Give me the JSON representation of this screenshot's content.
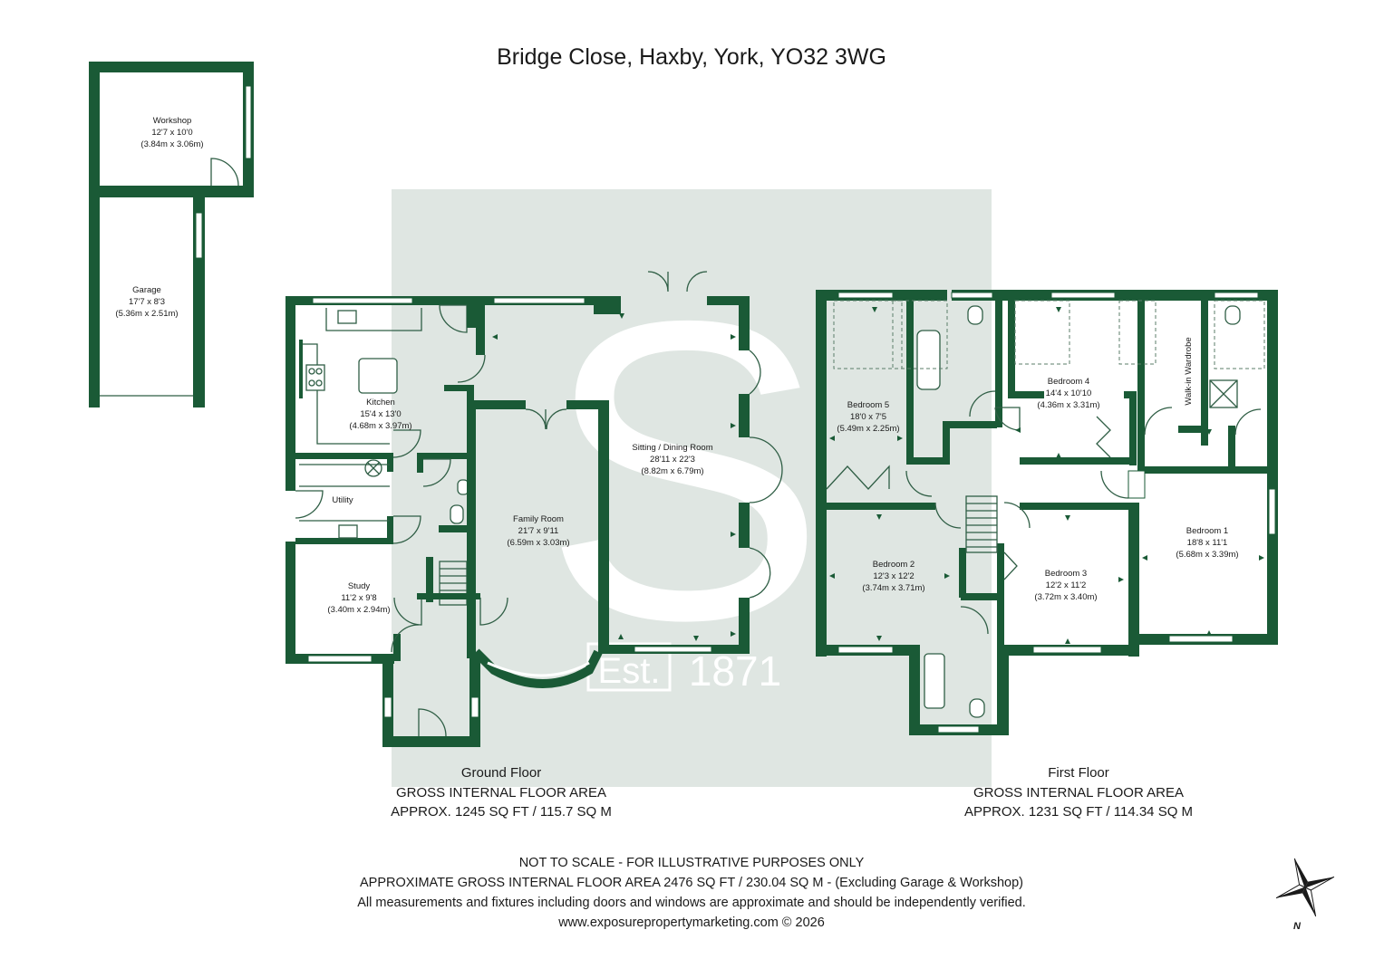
{
  "title": "Bridge Close, Haxby, York, YO32 3WG",
  "colors": {
    "wall": "#1a5a36",
    "watermark_bg": "#dfe6e2",
    "text": "#1a1a1a"
  },
  "outbuildings": {
    "workshop": {
      "name": "Workshop",
      "imperial": "12'7 x 10'0",
      "metric": "(3.84m x 3.06m)"
    },
    "garage": {
      "name": "Garage",
      "imperial": "17'7 x 8'3",
      "metric": "(5.36m x 2.51m)"
    }
  },
  "ground_floor": {
    "label": "Ground Floor",
    "area_heading": "GROSS INTERNAL FLOOR AREA",
    "area_value": "APPROX. 1245 SQ FT / 115.7 SQ M",
    "rooms": {
      "kitchen": {
        "name": "Kitchen",
        "imperial": "15'4 x 13'0",
        "metric": "(4.68m x 3.97m)"
      },
      "utility": {
        "name": "Utility"
      },
      "study": {
        "name": "Study",
        "imperial": "11'2 x 9'8",
        "metric": "(3.40m x 2.94m)"
      },
      "family": {
        "name": "Family Room",
        "imperial": "21'7 x 9'11",
        "metric": "(6.59m x 3.03m)"
      },
      "sitting": {
        "name": "Sitting / Dining Room",
        "imperial": "28'11 x 22'3",
        "metric": "(8.82m x 6.79m)"
      }
    }
  },
  "first_floor": {
    "label": "First Floor",
    "area_heading": "GROSS INTERNAL FLOOR AREA",
    "area_value": "APPROX. 1231 SQ FT / 114.34 SQ M",
    "rooms": {
      "bedroom5": {
        "name": "Bedroom 5",
        "imperial": "18'0 x 7'5",
        "metric": "(5.49m x 2.25m)"
      },
      "bedroom4": {
        "name": "Bedroom 4",
        "imperial": "14'4 x 10'10",
        "metric": "(4.36m x 3.31m)"
      },
      "walkin": {
        "name": "Walk-in Wardrobe"
      },
      "bedroom1": {
        "name": "Bedroom 1",
        "imperial": "18'8 x 11'1",
        "metric": "(5.68m x 3.39m)"
      },
      "bedroom2": {
        "name": "Bedroom 2",
        "imperial": "12'3 x 12'2",
        "metric": "(3.74m x 3.71m)"
      },
      "bedroom3": {
        "name": "Bedroom 3",
        "imperial": "12'2 x 11'2",
        "metric": "(3.72m x 3.40m)"
      }
    }
  },
  "watermark": {
    "letter": "S",
    "est": "Est.",
    "year": "1871"
  },
  "footer": {
    "line1": "NOT TO SCALE - FOR ILLUSTRATIVE PURPOSES ONLY",
    "line2": "APPROXIMATE GROSS INTERNAL FLOOR AREA 2476 SQ FT / 230.04 SQ M - (Excluding Garage & Workshop)",
    "line3": "All measurements and fixtures including doors and windows are approximate and should be independently verified.",
    "line4": "www.exposurepropertymarketing.com © 2026"
  },
  "compass": {
    "north_label": "N"
  }
}
